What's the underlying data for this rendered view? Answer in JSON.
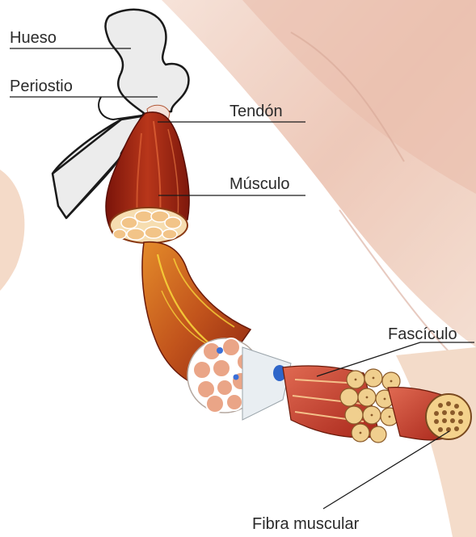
{
  "labels": {
    "hueso": "Hueso",
    "periostio": "Periostio",
    "tendon": "Tendón",
    "musculo": "Músculo",
    "fasciculo": "Fascículo",
    "fibra": "Fibra muscular"
  },
  "colors": {
    "bone": "#ececec",
    "muscle_dark": "#8e1d10",
    "muscle_mid": "#c24a1e",
    "muscle_orange": "#d9791f",
    "fascicle_fill": "#f0cf8e",
    "fiber_dots": "#8a5a2a",
    "background_anatomy": "#e8b9a4",
    "label_text": "#2a2a2a"
  }
}
